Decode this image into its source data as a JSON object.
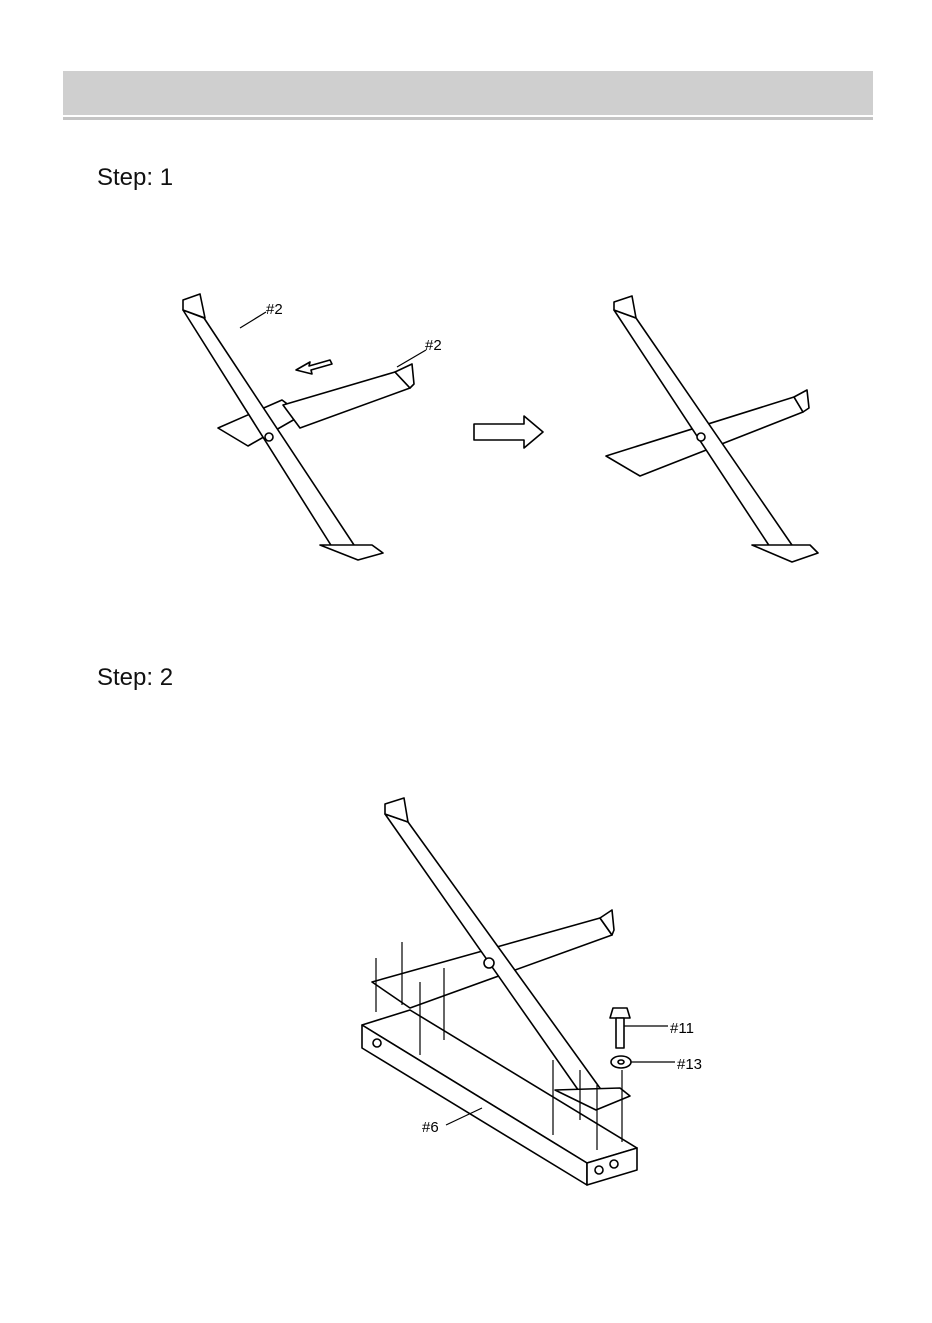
{
  "step1": {
    "title": "Step: 1",
    "callouts": [
      "#2",
      "#2"
    ]
  },
  "step2": {
    "title": "Step: 2",
    "callouts": [
      "#11",
      "#13",
      "#6"
    ]
  }
}
